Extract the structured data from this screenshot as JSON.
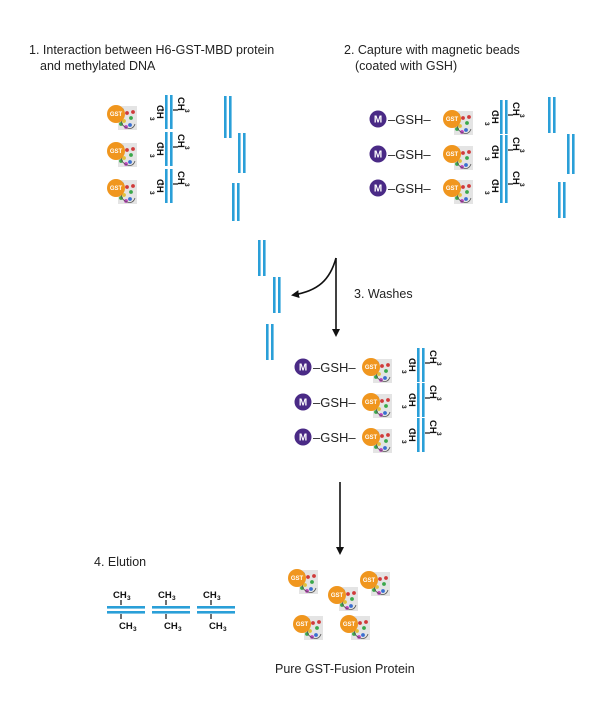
{
  "steps": {
    "step1_line1": "1. Interaction between H6-GST-MBD protein",
    "step1_line2": "and methylated DNA",
    "step2_line1": "2. Capture with magnetic beads",
    "step2_line2": "(coated with GSH)",
    "step3": "3. Washes",
    "step4": "4. Elution"
  },
  "labels": {
    "gst": "GST",
    "bead": "M",
    "gsh": "–GSH–",
    "ch": "CH",
    "subscript": "3"
  },
  "result_caption": "Pure GST-Fusion Protein",
  "colors": {
    "gst_orange": "#f0961e",
    "bead_purple": "#4a2a86",
    "dna_blue": "#2a9fd8",
    "arrow": "#111111"
  }
}
